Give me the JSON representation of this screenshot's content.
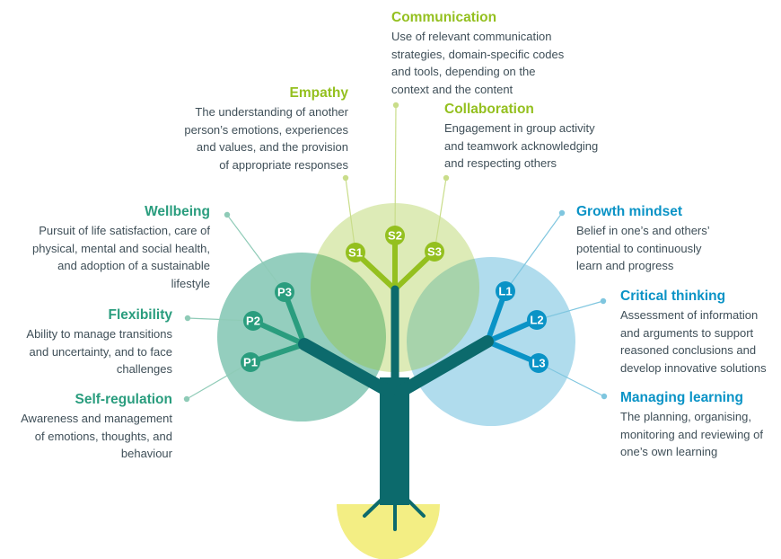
{
  "colors": {
    "personal": "#2a9d7e",
    "social": "#94c01f",
    "learning": "#0a93c6",
    "trunk": "#0c6a6c",
    "ground": "#f3ee84",
    "desc_text": "#3f4f58"
  },
  "nodes": {
    "p1": "P1",
    "p2": "P2",
    "p3": "P3",
    "s1": "S1",
    "s2": "S2",
    "s3": "S3",
    "l1": "L1",
    "l2": "L2",
    "l3": "L3"
  },
  "competences": {
    "communication": {
      "title": "Communication",
      "desc": "Use of relevant communication\nstrategies, domain-specific codes\nand tools, depending on the\ncontext and the content"
    },
    "empathy": {
      "title": "Empathy",
      "desc": "The understanding of another\nperson’s emotions, experiences\nand values, and the provision\nof appropriate responses"
    },
    "collaboration": {
      "title": "Collaboration",
      "desc": "Engagement in group activity\nand teamwork acknowledging\nand respecting others"
    },
    "wellbeing": {
      "title": "Wellbeing",
      "desc": "Pursuit of life satisfaction, care of\nphysical, mental and social health,\nand adoption of a sustainable\nlifestyle"
    },
    "growth_mindset": {
      "title": "Growth mindset",
      "desc": "Belief in one’s and others’\npotential to continuously\nlearn and progress"
    },
    "flexibility": {
      "title": "Flexibility",
      "desc": "Ability to manage transitions\nand uncertainty, and to face\nchallenges"
    },
    "critical_thinking": {
      "title": "Critical thinking",
      "desc": "Assessment of information\nand arguments to support\nreasoned conclusions and\ndevelop innovative solutions"
    },
    "self_regulation": {
      "title": "Self-regulation",
      "desc": "Awareness and management\nof emotions, thoughts, and\nbehaviour"
    },
    "managing_learning": {
      "title": "Managing learning",
      "desc": "The planning, organising,\nmonitoring and reviewing of\none’s own learning"
    }
  }
}
